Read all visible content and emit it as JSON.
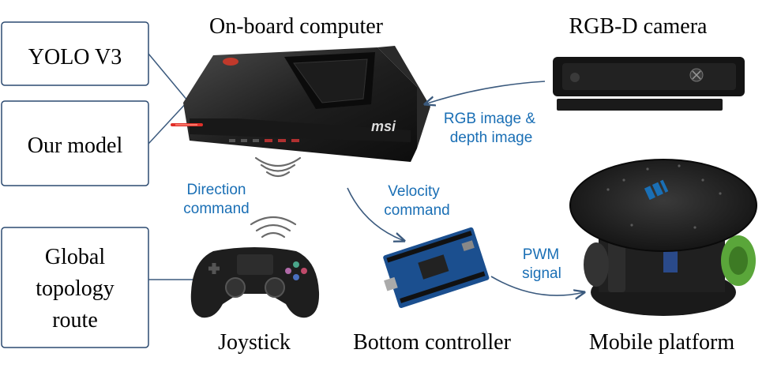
{
  "titles": {
    "onboard": "On-board computer",
    "camera": "RGB-D camera",
    "joystick": "Joystick",
    "controller": "Bottom controller",
    "platform": "Mobile platform"
  },
  "boxes": {
    "yolo": "YOLO V3",
    "ours": "Our model",
    "route_line1": "Global",
    "route_line2": "topology",
    "route_line3": "route"
  },
  "edge_labels": {
    "rgb_line1": "RGB image &",
    "rgb_line2": "depth image",
    "direction_line1": "Direction",
    "direction_line2": "command",
    "velocity_line1": "Velocity",
    "velocity_line2": "command",
    "pwm_line1": "PWM",
    "pwm_line2": "signal"
  },
  "device_labels": {
    "computer_brand": "msi"
  },
  "colors": {
    "label_blue": "#1a6fb5",
    "box_stroke": "#2c4a70",
    "arduino_blue": "#1b4f8f",
    "wheel_green": "#5aa63a"
  },
  "icons": [
    "computer-image",
    "kinect-camera-image",
    "gamepad-image",
    "arduino-board-image",
    "robot-platform-image",
    "wireless-signal-icon"
  ]
}
